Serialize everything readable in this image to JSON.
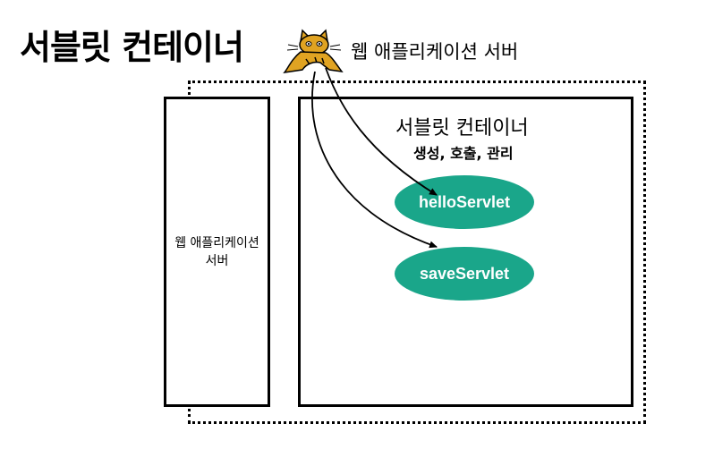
{
  "title": "서블릿 컨테이너",
  "server_label": "웹 애플리케이션 서버",
  "left_box_label": "웹 애플리케이션\n서버",
  "container": {
    "title": "서블릿 컨테이너",
    "subtitle": "생성, 호출, 관리"
  },
  "servlets": [
    {
      "label": "helloServlet"
    },
    {
      "label": "saveServlet"
    }
  ],
  "colors": {
    "servlet_fill": "#1aa68a",
    "logo": "#e0a322"
  },
  "icons": {
    "logo": "tomcat-cat-icon"
  }
}
